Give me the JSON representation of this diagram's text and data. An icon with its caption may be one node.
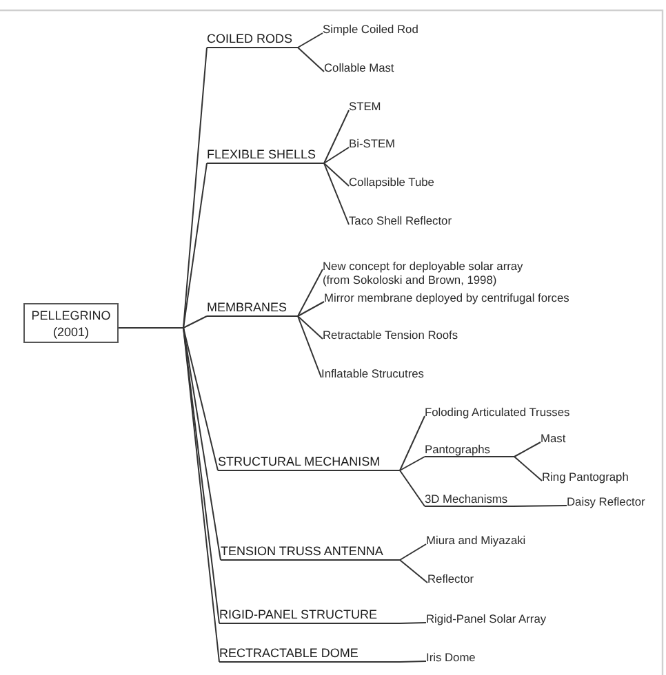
{
  "diagram": {
    "nodes": [
      {
        "text": [
          "PELLEGRINO (2001)"
        ]
      },
      {
        "text": [
          "COILED RODS"
        ]
      },
      {
        "text": [
          "Simple Coiled Rod"
        ]
      },
      {
        "text": [
          "Collable Mast"
        ]
      },
      {
        "text": [
          "FLEXIBLE SHELLS"
        ]
      },
      {
        "text": [
          "STEM"
        ]
      },
      {
        "text": [
          "Bi-STEM"
        ]
      },
      {
        "text": [
          "Collapsible Tube"
        ]
      },
      {
        "text": [
          "Taco Shell Reflector"
        ]
      },
      {
        "text": [
          "MEMBRANES"
        ]
      },
      {
        "text": [
          "New concept for deployable solar array (from Sokoloski and Brown, 1998)"
        ]
      },
      {
        "text": [
          "Mirror membrane deployed by centrifugal forces"
        ]
      },
      {
        "text": [
          "Retractable Tension Roofs"
        ]
      },
      {
        "text": [
          "Inflatable Strucutres"
        ]
      },
      {
        "text": [
          "STRUCTURAL MECHANISM"
        ]
      },
      {
        "text": [
          "Foloding Articulated Trusses"
        ]
      },
      {
        "text": [
          "Pantographs"
        ]
      },
      {
        "text": [
          "Mast"
        ]
      },
      {
        "text": [
          "Ring Pantograph"
        ]
      },
      {
        "text": [
          "3D Mechanisms"
        ]
      },
      {
        "text": [
          "Daisy Reflector"
        ]
      },
      {
        "text": [
          "TENSION TRUSS ANTENNA"
        ]
      },
      {
        "text": [
          "Miura and Miyazaki"
        ]
      },
      {
        "text": [
          "Reflector"
        ]
      },
      {
        "text": [
          "RIGID-PANEL STRUCTURE"
        ]
      },
      {
        "text": [
          "Rigid-Panel Solar Array"
        ]
      },
      {
        "text": [
          "RECTRACTABLE DOME"
        ]
      },
      {
        "text": [
          "Iris Dome"
        ]
      }
    ],
    "edges": [
      {
        "from": 0,
        "to": 1,
        "arrow": "none"
      },
      {
        "from": 0,
        "to": 4,
        "arrow": "none"
      },
      {
        "from": 0,
        "to": 9,
        "arrow": "none"
      },
      {
        "from": 0,
        "to": 14,
        "arrow": "none"
      },
      {
        "from": 0,
        "to": 21,
        "arrow": "none"
      },
      {
        "from": 0,
        "to": 24,
        "arrow": "none"
      },
      {
        "from": 0,
        "to": 26,
        "arrow": "none"
      },
      {
        "from": 1,
        "to": 2,
        "arrow": "none"
      },
      {
        "from": 1,
        "to": 3,
        "arrow": "none"
      },
      {
        "from": 4,
        "to": 5,
        "arrow": "none"
      },
      {
        "from": 4,
        "to": 6,
        "arrow": "none"
      },
      {
        "from": 4,
        "to": 7,
        "arrow": "none"
      },
      {
        "from": 4,
        "to": 8,
        "arrow": "none"
      },
      {
        "from": 9,
        "to": 10,
        "arrow": "none"
      },
      {
        "from": 9,
        "to": 11,
        "arrow": "none"
      },
      {
        "from": 9,
        "to": 12,
        "arrow": "none"
      },
      {
        "from": 9,
        "to": 13,
        "arrow": "none"
      },
      {
        "from": 14,
        "to": 15,
        "arrow": "none"
      },
      {
        "from": 14,
        "to": 16,
        "arrow": "none"
      },
      {
        "from": 14,
        "to": 19,
        "arrow": "none"
      },
      {
        "from": 16,
        "to": 17,
        "arrow": "none"
      },
      {
        "from": 16,
        "to": 18,
        "arrow": "none"
      },
      {
        "from": 19,
        "to": 20,
        "arrow": "none"
      },
      {
        "from": 21,
        "to": 22,
        "arrow": "none"
      },
      {
        "from": 21,
        "to": 23,
        "arrow": "none"
      },
      {
        "from": 24,
        "to": 25,
        "arrow": "none"
      },
      {
        "from": 26,
        "to": 27,
        "arrow": "none"
      }
    ]
  }
}
